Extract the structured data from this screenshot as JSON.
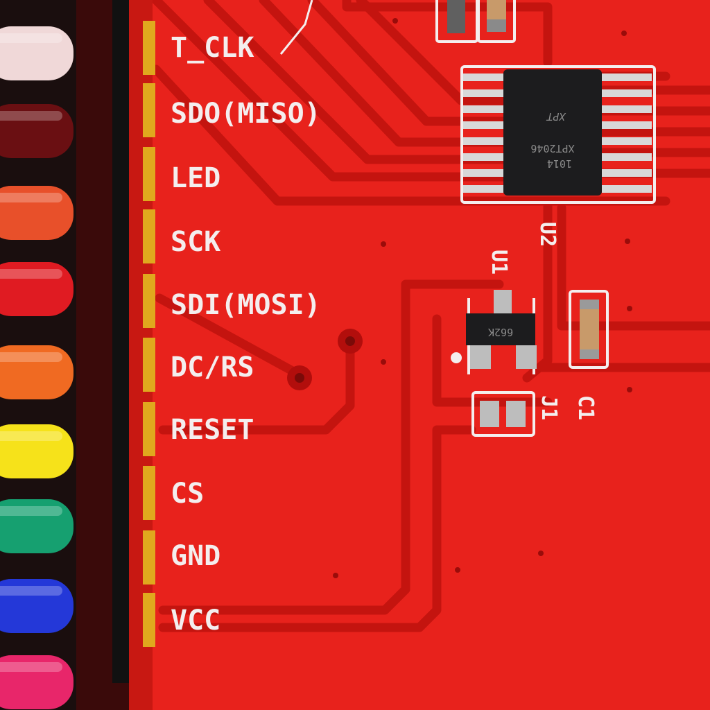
{
  "image": {
    "subject": "Close-up of red TFT LCD module PCB with pin header, ribbon wires and touch controller chip",
    "colors": {
      "board": "#e8221c",
      "trace": "#c8120f",
      "silkscreen": "#f4eeee",
      "pin_gold": "#e0a81e",
      "header_black": "#141414"
    }
  },
  "pin_labels": [
    {
      "label": "T_CLK"
    },
    {
      "label": "SDO(MISO)"
    },
    {
      "label": "LED"
    },
    {
      "label": "SCK"
    },
    {
      "label": "SDI(MOSI)"
    },
    {
      "label": "DC/RS"
    },
    {
      "label": "RESET"
    },
    {
      "label": "CS"
    },
    {
      "label": "GND"
    },
    {
      "label": "VCC"
    }
  ],
  "ribbon_wires": [
    {
      "color": "#f0d8d8"
    },
    {
      "color": "#6a0f12"
    },
    {
      "color": "#e8502a"
    },
    {
      "color": "#e01b22"
    },
    {
      "color": "#f06a22"
    },
    {
      "color": "#f6e21a"
    },
    {
      "color": "#16a070"
    },
    {
      "color": "#2438d8"
    },
    {
      "color": "#e8266a"
    }
  ],
  "components": {
    "u2_ref": "U2",
    "u1_ref": "U1",
    "c1_ref": "C1",
    "j1_ref": "J1",
    "chip_line1": "XPT2046",
    "chip_line2": "1014",
    "chip_logo": "XPT",
    "regulator_mark": "662K"
  }
}
